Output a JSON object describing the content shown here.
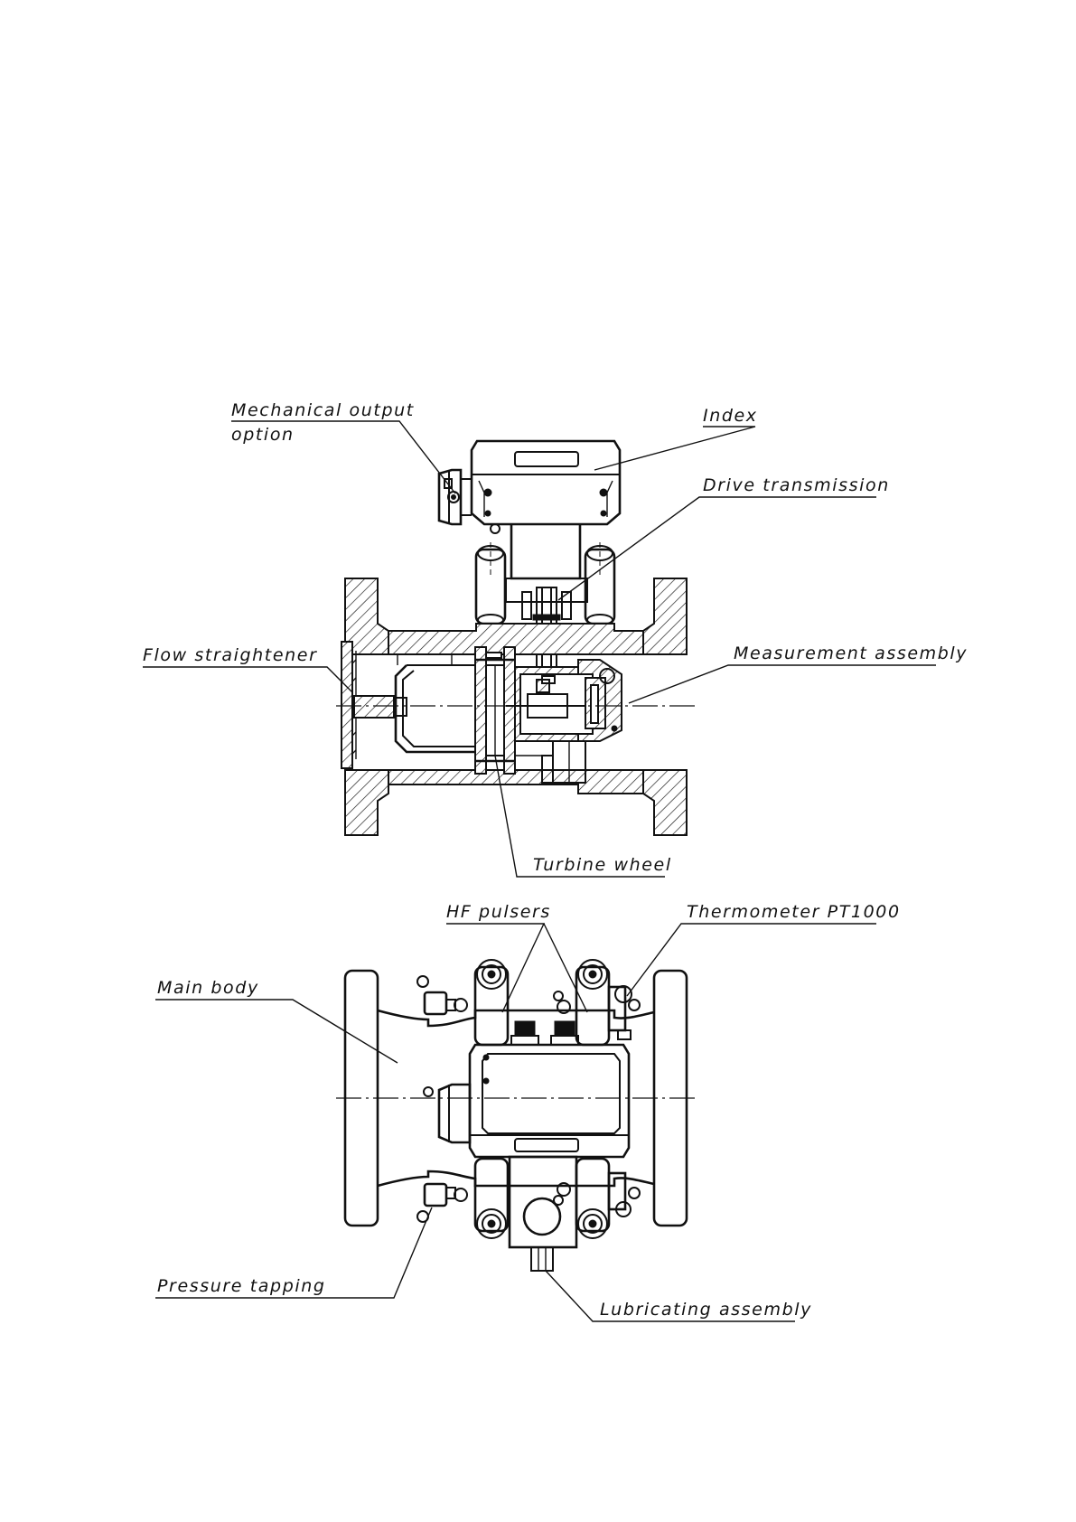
{
  "labels": {
    "mechanical_output_1": "Mechanical output",
    "mechanical_output_2": "option",
    "index": "Index",
    "drive_transmission": "Drive transmission",
    "flow_straightener": "Flow straightener",
    "measurement_assembly": "Measurement assembly",
    "turbine_wheel": "Turbine wheel",
    "hf_pulsers": "HF pulsers",
    "thermometer": "Thermometer PT1000",
    "main_body": "Main body",
    "pressure_tapping": "Pressure tapping",
    "lubricating_assembly": "Lubricating assembly"
  },
  "icons": {
    "bolt": "hex-bolt-icon",
    "nozzle": "pulser-nozzle-icon"
  }
}
